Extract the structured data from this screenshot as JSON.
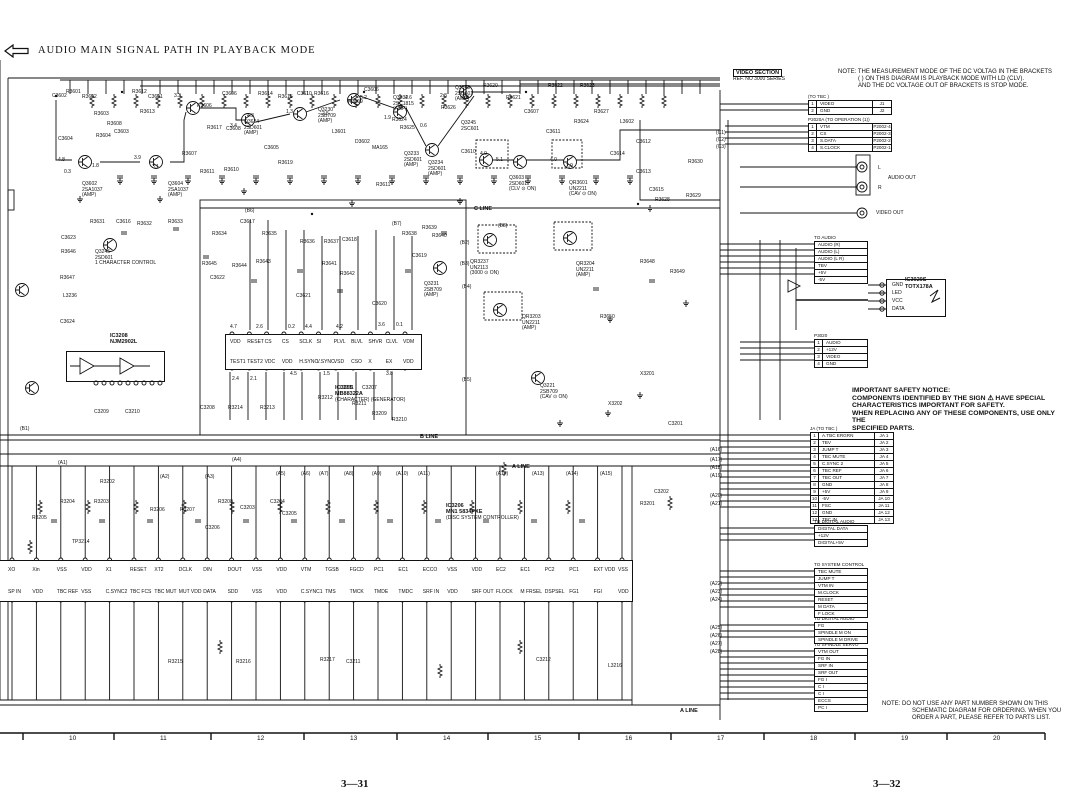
{
  "title": "AUDIO MAIN SIGNAL PATH IN PLAYBACK MODE",
  "video_section": {
    "label": "VIDEO SECTION",
    "ref": "REF. NO 3000 SERIES"
  },
  "note_top": [
    "NOTE:  THE MEASUREMENT MODE OF THE DC VOLTAG IN THE BRACKETS",
    "(     ) ON THIS DIAGRAM IS PLAYBACK MODE WITH LD (CLV).",
    "AND THE DC VOLTAGE OUT OF BRACKETS IS STOP MODE."
  ],
  "safety": [
    "IMPORTANT SAFETY NOTICE:",
    "COMPONENTS IDENTIFIED BY THE SIGN ⚠ HAVE SPECIAL",
    "CHARACTERISTICS IMPORTANT FOR SAFETY.",
    "WHEN REPLACING ANY OF THESE COMPONENTS, USE ONLY THE",
    "SPECIFIED PARTS."
  ],
  "note_bottom": [
    "NOTE:  DO NOT USE ANY PART NUMBER SHOWN ON THIS",
    "SCHEMATIC DIAGRAM FOR ORDERING.  WHEN YOU",
    "ORDER A PART, PLEASE REFER TO PARTS LIST."
  ],
  "columns": [
    "10",
    "11",
    "12",
    "13",
    "14",
    "15",
    "16",
    "17",
    "18",
    "19",
    "20"
  ],
  "pages": [
    "3—31",
    "3—32"
  ],
  "connectors": {
    "tbc_video": {
      "head": "(TO TBC )",
      "rows": [
        {
          "n": "1",
          "s": "VIDEO",
          "r": "J1"
        },
        {
          "n": "2",
          "s": "GND",
          "r": "J2"
        }
      ]
    },
    "p2020a": {
      "head": "P2020A (TO OPERATION (1))",
      "rows": [
        {
          "n": "1",
          "s": "VTM",
          "r": "P2002-4"
        },
        {
          "n": "2",
          "s": "CS",
          "r": "P2002-3"
        },
        {
          "n": "3",
          "s": "S.DATA",
          "r": "P2002-2"
        },
        {
          "n": "4",
          "s": "S.CLOCK",
          "r": "P2002-1"
        }
      ]
    },
    "to_audio": {
      "head": "TO AUDIO",
      "rows": [
        {
          "n": "",
          "s": "AUDIO (R)",
          "r": ""
        },
        {
          "n": "",
          "s": "AUDIO (L)",
          "r": ""
        },
        {
          "n": "",
          "s": "AUDIO (L R)",
          "r": ""
        },
        {
          "n": "",
          "s": "TBV",
          "r": ""
        },
        {
          "n": "",
          "s": "+5V",
          "r": ""
        },
        {
          "n": "",
          "s": "-5V",
          "r": ""
        }
      ]
    },
    "p3020": {
      "head": "P3020",
      "rows": [
        {
          "n": "1",
          "s": "AUDIO",
          "r": ""
        },
        {
          "n": "2",
          "s": "+12V",
          "r": ""
        },
        {
          "n": "3",
          "s": "VIDEO",
          "r": ""
        },
        {
          "n": "4",
          "s": "GND",
          "r": ""
        }
      ]
    },
    "ja_tbc": {
      "head": "JA (TO TBC )",
      "rows": [
        {
          "n": "1",
          "s": "A.TBC ERGRN",
          "r": "JA 1"
        },
        {
          "n": "2",
          "s": "TBV",
          "r": "JA 2"
        },
        {
          "n": "3",
          "s": "JUMP T",
          "r": "JA 3"
        },
        {
          "n": "4",
          "s": "TBC MUTE",
          "r": "JA 4"
        },
        {
          "n": "5",
          "s": "C.SYNC 2",
          "r": "JA 5"
        },
        {
          "n": "6",
          "s": "TBC REF",
          "r": "JA 6"
        },
        {
          "n": "7",
          "s": "TBC OUT",
          "r": "JA 7"
        },
        {
          "n": "8",
          "s": "GND",
          "r": "JA 8"
        },
        {
          "n": "9",
          "s": "+5V",
          "r": "JA 9"
        },
        {
          "n": "10",
          "s": "-5V",
          "r": "JA 10"
        },
        {
          "n": "11",
          "s": "FSC",
          "r": "JA 11"
        },
        {
          "n": "12",
          "s": "GND",
          "r": "JA 12"
        },
        {
          "n": "13",
          "s": "TBC IN",
          "r": "JA 13"
        }
      ]
    },
    "digital_audio1": {
      "head": "TO DIGITAL AUDIO",
      "rows": [
        {
          "n": "",
          "s": "DIGITAL DATA",
          "r": ""
        },
        {
          "n": "",
          "s": "+12V",
          "r": ""
        },
        {
          "n": "",
          "s": "DIGITAL+5V",
          "r": ""
        }
      ]
    },
    "system_control": {
      "head": "TO SYSTEM CONTROL",
      "rows": [
        {
          "n": "",
          "s": "TBC MUTE",
          "r": ""
        },
        {
          "n": "",
          "s": "JUMP T",
          "r": ""
        },
        {
          "n": "",
          "s": "VTM IN",
          "r": ""
        },
        {
          "n": "",
          "s": "M.CLOCK",
          "r": ""
        },
        {
          "n": "",
          "s": "RESET",
          "r": ""
        },
        {
          "n": "",
          "s": "M DATA",
          "r": ""
        },
        {
          "n": "",
          "s": "F LOCK",
          "r": ""
        }
      ]
    },
    "digital_audio2": {
      "head": "TO DIGITAL AUDIO",
      "rows": [
        {
          "n": "",
          "s": "FG",
          "r": ""
        },
        {
          "n": "",
          "s": "SPINDLE M ON",
          "r": ""
        },
        {
          "n": "",
          "s": "SPINDLE M DRIVE",
          "r": ""
        }
      ]
    },
    "spindle_servo": {
      "head": "TO SPINDLE SERVO",
      "rows": [
        {
          "n": "",
          "s": "VTM OUT",
          "r": ""
        },
        {
          "n": "",
          "s": "FG IN",
          "r": ""
        },
        {
          "n": "",
          "s": "SRF IN",
          "r": ""
        },
        {
          "n": "",
          "s": "SRF OUT",
          "r": ""
        },
        {
          "n": "",
          "s": "FG I",
          "r": ""
        },
        {
          "n": "",
          "s": "C I",
          "r": ""
        },
        {
          "n": "",
          "s": "C I",
          "r": ""
        },
        {
          "n": "",
          "s": "ECCS",
          "r": ""
        },
        {
          "n": "",
          "s": "PC I",
          "r": ""
        }
      ]
    }
  },
  "jacks": {
    "audio_out": "AUDIO OUT",
    "video_out": "VIDEO OUT",
    "ic3020": [
      "IC3020S",
      "TOTX178A"
    ],
    "ic3020_pins": [
      "GND",
      "LED",
      "VCC",
      "DATA"
    ],
    "labels_L": "L",
    "labels_R": "R"
  },
  "chips": {
    "ic3206": {
      "name": "IC3206",
      "part": "MN1 5834PXE",
      "desc": "(DISC SYSTEM CONTROLLER)"
    },
    "ic3205": {
      "name": "IC3205",
      "part": "MB88322A",
      "desc": "(CHARACTER) (GENERATOR)"
    },
    "ic3208": {
      "name": "IC3208",
      "part": "NJM2902L"
    },
    "ic3205_top": [
      "VDD",
      "RESET",
      "CS",
      "CS",
      "SCLK",
      "SI",
      "PLVL",
      "BLVL",
      "SHVR",
      "CLVL",
      "VDM"
    ],
    "ic3205_bot": [
      "TEST1",
      "TEST2",
      "VDC",
      "VDD",
      "H.SYNC",
      "V.SYNC",
      "VSD",
      "CSO",
      "X",
      "EX",
      "VDD"
    ],
    "ic3206_top": [
      "XO",
      "Xin",
      "VSS",
      "VDD",
      "X1",
      "RESET",
      "XT2",
      "DCLK",
      "DIN",
      "DOUT",
      "VSS",
      "VDD",
      "VTM",
      "TGSB",
      "FGCD",
      "PC1",
      "EC1",
      "ECCO",
      "VSS",
      "VDD",
      "EC2",
      "EC1",
      "PC2",
      "PC1",
      "EXT VDD",
      "VSS"
    ],
    "ic3206_bot": [
      "SP IN",
      "VDD",
      "TBC REF",
      "VSS",
      "C.SYNC2",
      "TBC FCS",
      "TBC MUT",
      "MUT VDD",
      "DATA",
      "SDD",
      "VSS",
      "VDD",
      "C.SYNC1",
      "TMS",
      "TMCK",
      "TMDE",
      "TMDC",
      "SRF IN",
      "VDD",
      "SRF OUT",
      "FLOCK",
      "M FRSEL",
      "DSPSEL",
      "FG1",
      "FGI",
      "VDD"
    ]
  },
  "transistors": [
    {
      "ref": "Q3243",
      "part": "2SD601",
      "role": "(AMP)"
    },
    {
      "ref": "Q3232",
      "part": "2SC1815",
      "role": "(AMP)"
    },
    {
      "ref": "Q3230",
      "part": "2SB709",
      "role": "(AMP)"
    },
    {
      "ref": "Q3233",
      "part": "2SD601",
      "role": "(AMP)"
    },
    {
      "ref": "Q3234",
      "part": "2SD601",
      "role": "(AMP)"
    },
    {
      "ref": "Q3245",
      "part": "2SC601",
      "role": ""
    },
    {
      "ref": "Q3603",
      "part": "2SD601",
      "role": "(CLV ⊙ ON)"
    },
    {
      "ref": "QR3601",
      "part": "UN2211",
      "role": "(CAV ⊙ ON)"
    },
    {
      "ref": "QR3237",
      "part": "UN2113",
      "role": "(3000 ⊙ ON)"
    },
    {
      "ref": "QR3204",
      "part": "UN2211",
      "role": "(AMP)"
    },
    {
      "ref": "QR3203",
      "part": "UN2211",
      "role": "(AMP)"
    },
    {
      "ref": "Q3231",
      "part": "2SB709",
      "role": "(AMP)"
    },
    {
      "ref": "Q3221",
      "part": "2SB709",
      "role": "(CAV ⊙ ON)"
    },
    {
      "ref": "Q3245",
      "part": "2SD601",
      "role": "1 CHARACTER CONTROL"
    },
    {
      "ref": "Q3634",
      "part": "2SD601",
      "role": "(AMP)"
    },
    {
      "ref": "Q3602",
      "part": "2SA1037",
      "role": "(AMP)"
    },
    {
      "ref": "Q3604",
      "part": "2SA1037",
      "role": "(AMP)"
    }
  ],
  "lines": {
    "c_line": "C  LINE",
    "b_line": "B  LINE",
    "a_line": "A  LINE"
  },
  "wire_labels": [
    "(B1)",
    "(B2)",
    "(B3)",
    "(B4)",
    "(B5)",
    "(B6)",
    "(B7)",
    "(B8)",
    "(A1)",
    "(A2)",
    "(A3)",
    "(A4)",
    "(A5)",
    "(A6)",
    "(A7)",
    "(A8)",
    "(A9)",
    "(A10)",
    "(A11)",
    "(A12)",
    "(A13)",
    "(A14)",
    "(A15)",
    "(A16)",
    "(A17)",
    "(A18)",
    "(A19)",
    "(A20)",
    "(A21)",
    "(A22)",
    "(A23)",
    "(A24)",
    "(A25)",
    "(A26)",
    "(A27)",
    "(A28)",
    "(C1)",
    "(C2)",
    "(C3)"
  ],
  "components": [
    "R3601",
    "R3602",
    "C3602",
    "R3612",
    "R3613",
    "C3601",
    "R3603",
    "R3608",
    "C3603",
    "R3604",
    "C3604",
    "R3607",
    "R3606",
    "C3606",
    "R3614",
    "R3615",
    "C3610",
    "R3616",
    "R3617",
    "C3608",
    "R3611",
    "R3610",
    "C3605",
    "R3619",
    "L3601",
    "D3602",
    "MA165",
    "R3611",
    "R3609",
    "C3606",
    "R3624",
    "R3625",
    "R3626",
    "C3610",
    "R3620",
    "R3621",
    "C3607",
    "R3622",
    "R3623",
    "C3611",
    "R3624",
    "R3627",
    "L3602",
    "C3612",
    "C3613",
    "C3614",
    "C3615",
    "R3628",
    "R3629",
    "R3630",
    "R3631",
    "C3616",
    "R3632",
    "R3633",
    "R3634",
    "C3617",
    "R3635",
    "R3636",
    "R3637",
    "C3618",
    "R3638",
    "R3639",
    "R3640",
    "C3619",
    "R3641",
    "R3642",
    "C3620",
    "C3621",
    "R3643",
    "R3644",
    "R3645",
    "C3622",
    "C3623",
    "R3646",
    "R3647",
    "L3236",
    "C3624",
    "R3648",
    "R3649",
    "R3650",
    "X3201",
    "X3202",
    "C3201",
    "C3202",
    "R3201",
    "R3202",
    "R3203",
    "R3204",
    "R3205",
    "R3206",
    "R3207",
    "R3208",
    "C3203",
    "C3204",
    "C3205",
    "C3206",
    "L3201",
    "C3207",
    "R3209",
    "R3210",
    "R3211",
    "R3212",
    "R3213",
    "R3214",
    "C3208",
    "C3209",
    "C3210",
    "TP3214",
    "R3215",
    "R3216",
    "R3217",
    "C3211",
    "C3212",
    "L3216"
  ],
  "voltages": [
    "3.3",
    "4.1",
    "5.2",
    "4.6",
    "2.3",
    "0.9",
    "4.3",
    "3.4",
    "1.3",
    "2.5",
    "1.9",
    "0.6",
    "4.9",
    "5.1",
    "4.0",
    "2.9",
    "3.9",
    "4.8",
    "0.3",
    "1.8",
    "3.1",
    "4.7",
    "2.6",
    "0.2",
    "4.4",
    "4.2",
    "3.6",
    "0.1",
    "2.4",
    "2.1",
    "4.5",
    "1.5",
    "3.8"
  ]
}
